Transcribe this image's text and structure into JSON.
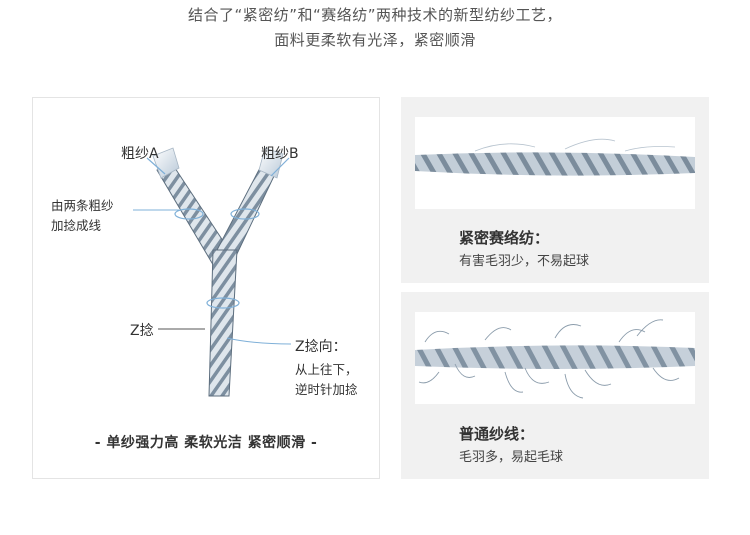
{
  "intro": {
    "line1": "结合了“紧密纺”和“赛络纺”两种技术的新型纺纱工艺，",
    "line2": "面料更柔软有光泽，紧密顺滑"
  },
  "diagram": {
    "roving_a": "粗纱A",
    "roving_b": "粗纱B",
    "twist_note_1": "由两条粗纱",
    "twist_note_2": "加捻成线",
    "z_twist": "Z捻",
    "z_direction": "Z捻向：",
    "direction_desc_1": "从上往下，",
    "direction_desc_2": "逆时针加捻",
    "caption": "- 单纱强力高 柔软光洁 紧密顺滑 -"
  },
  "compare": [
    {
      "title": "紧密赛络纺：",
      "desc": "有害毛羽少，不易起球"
    },
    {
      "title": "普通纱线：",
      "desc": "毛羽多，易起毛球"
    }
  ],
  "colors": {
    "yarn_fill": "#b9c6d2",
    "yarn_stripe": "#6f8396",
    "accent_blue": "#7fb0d8",
    "text": "#333333"
  }
}
